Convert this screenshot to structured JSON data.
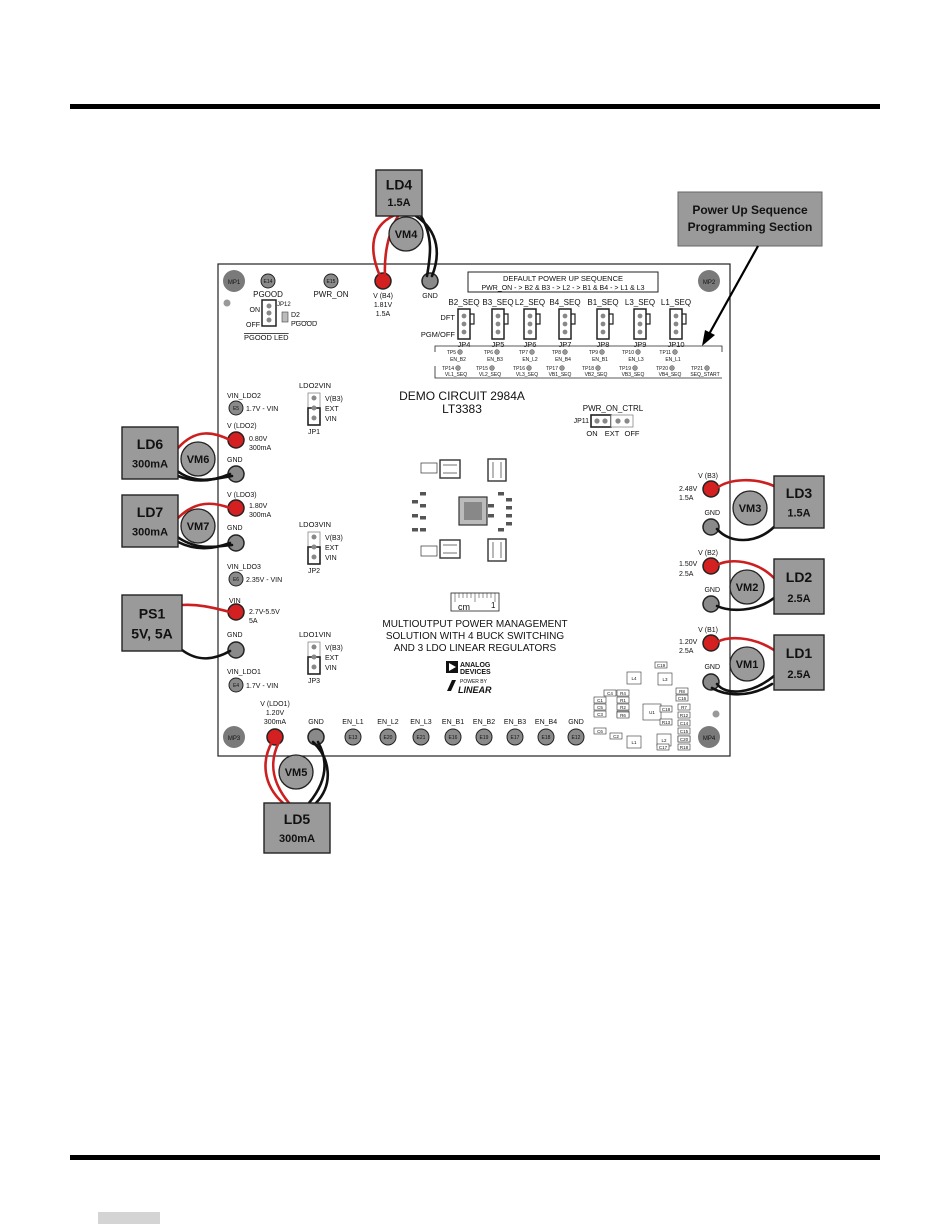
{
  "callout": {
    "line1": "Power Up Sequence",
    "line2": "Programming Section"
  },
  "board": {
    "title": "DEMO CIRCUIT 2984A",
    "part": "LT3383",
    "desc": [
      "MULTIOUTPUT POWER MANAGEMENT",
      "SOLUTION WITH 4 BUCK SWITCHING",
      "AND 3 LDO LINEAR REGULATORS"
    ],
    "logo_analog": [
      "ANALOG",
      "DEVICES"
    ],
    "logo_linear": [
      "POWER BY",
      "LINEAR"
    ],
    "scale": {
      "cm": "cm",
      "one": "1"
    },
    "mounting": {
      "mp1": "MP1",
      "mp2": "MP2",
      "mp3": "MP3",
      "mp4": "MP4"
    }
  },
  "top_left": {
    "e14": "E14",
    "pgood": "PGOOD",
    "e15": "E15",
    "pwr_on": "PWR_ON",
    "jp12": "JP12",
    "on": "ON",
    "off": "OFF",
    "d2": "D2",
    "pgood_bar": "PGOOD",
    "pgood_led": "PGOOD LED"
  },
  "b4_output": {
    "label": "V (B4)",
    "voltage": "1.81V",
    "current": "1.5A",
    "gnd": "GND"
  },
  "sequence": {
    "box_line1": "DEFAULT POWER UP SEQUENCE",
    "box_line2": "PWR_ON - > B2 & B3 - > L2 - > B1 & B4 - > L1 & L3",
    "dft": "DFT",
    "pgm": "PGM/OFF",
    "headers": [
      "B2_SEQ",
      "B3_SEQ",
      "L2_SEQ",
      "B4_SEQ",
      "B1_SEQ",
      "L3_SEQ",
      "L1_SEQ"
    ],
    "jumpers": [
      "JP4",
      "JP5",
      "JP6",
      "JP7",
      "JP8",
      "JP9",
      "JP10"
    ],
    "tp_row1": [
      {
        "tp": "TP5",
        "net": "EN_B2"
      },
      {
        "tp": "TP6",
        "net": "EN_B3"
      },
      {
        "tp": "TP7",
        "net": "EN_L2"
      },
      {
        "tp": "TP8",
        "net": "EN_B4"
      },
      {
        "tp": "TP9",
        "net": "EN_B1"
      },
      {
        "tp": "TP10",
        "net": "EN_L3"
      },
      {
        "tp": "TP11",
        "net": "EN_L1"
      }
    ],
    "tp_row2": [
      {
        "tp": "TP14",
        "net": "VL1_SEQ"
      },
      {
        "tp": "TP15",
        "net": "VL2_SEQ"
      },
      {
        "tp": "TP16",
        "net": "VL3_SEQ"
      },
      {
        "tp": "TP17",
        "net": "VB1_SEQ"
      },
      {
        "tp": "TP18",
        "net": "VB2_SEQ"
      },
      {
        "tp": "TP19",
        "net": "VB3_SEQ"
      },
      {
        "tp": "TP20",
        "net": "VB4_SEQ"
      },
      {
        "tp": "TP21",
        "net": "SEQ_START"
      }
    ]
  },
  "pwr_on_ctrl": {
    "title": "PWR_ON_CTRL",
    "jp": "JP11",
    "on": "ON",
    "ext": "EXT",
    "off": "OFF"
  },
  "ldo_jumpers": [
    {
      "title": "LDO2VIN",
      "opt1": "V(B3)",
      "opt2": "EXT",
      "opt3": "VIN",
      "jp": "JP1"
    },
    {
      "title": "LDO3VIN",
      "opt1": "V(B3)",
      "opt2": "EXT",
      "opt3": "VIN",
      "jp": "JP2"
    },
    {
      "title": "LDO1VIN",
      "opt1": "V(B3)",
      "opt2": "EXT",
      "opt3": "VIN",
      "jp": "JP3"
    }
  ],
  "left_side": {
    "vin_ldo2": {
      "label": "VIN_LDO2",
      "turret": "E5",
      "range": "1.7V - VIN"
    },
    "ldo2": {
      "label": "V (LDO2)",
      "voltage": "0.80V",
      "current": "300mA",
      "gnd": "GND"
    },
    "ldo3": {
      "label": "V (LDO3)",
      "voltage": "1.80V",
      "current": "300mA",
      "gnd": "GND"
    },
    "vin_ldo3": {
      "label": "VIN_LDO3",
      "turret": "E6",
      "range": "2.35V - VIN"
    },
    "vin": {
      "label": "VIN",
      "range": "2.7V-5.5V",
      "current": "5A",
      "gnd": "GND"
    },
    "vin_ldo1": {
      "label": "VIN_LDO1",
      "turret": "E4",
      "range": "1.7V - VIN"
    }
  },
  "right_side": {
    "b3": {
      "label": "V (B3)",
      "voltage": "2.48V",
      "current": "1.5A",
      "gnd": "GND"
    },
    "b2": {
      "label": "V (B2)",
      "voltage": "1.50V",
      "current": "2.5A",
      "gnd": "GND"
    },
    "b1": {
      "label": "V (B1)",
      "voltage": "1.20V",
      "current": "2.5A",
      "gnd": "GND"
    }
  },
  "bottom": {
    "ldo1": {
      "label": "V (LDO1)",
      "voltage": "1.20V",
      "current": "300mA",
      "gnd": "GND"
    },
    "en_labels": [
      "EN_L1",
      "EN_L2",
      "EN_L3",
      "EN_B1",
      "EN_B2",
      "EN_B3",
      "EN_B4",
      "GND"
    ],
    "en_turrets": [
      "E13",
      "E20",
      "E21",
      "E16",
      "E19",
      "E17",
      "E18",
      "E12"
    ]
  },
  "loads": [
    {
      "name": "LD4",
      "value": "1.5A"
    },
    {
      "name": "LD6",
      "value": "300mA"
    },
    {
      "name": "LD7",
      "value": "300mA"
    },
    {
      "name": "PS1",
      "value": "5V, 5A"
    },
    {
      "name": "LD3",
      "value": "1.5A"
    },
    {
      "name": "LD2",
      "value": "2.5A"
    },
    {
      "name": "LD1",
      "value": "2.5A"
    },
    {
      "name": "LD5",
      "value": "300mA"
    }
  ],
  "meters": [
    "VM4",
    "VM6",
    "VM7",
    "VM3",
    "VM2",
    "VM1",
    "VM5"
  ],
  "components": {
    "labels": [
      "C19",
      "L4",
      "L3",
      "C4",
      "R4",
      "R8",
      "C1",
      "R1",
      "C16",
      "C5",
      "R2",
      "C3",
      "R3",
      "U1",
      "C18",
      "R7",
      "C6",
      "R12",
      "R6",
      "C2",
      "R13",
      "C14",
      "L1",
      "L2",
      "C15",
      "R18",
      "C17",
      "R19",
      "C20"
    ]
  },
  "colors": {
    "wire_red": "#cc1f1f",
    "wire_black": "#111111",
    "box_fill": "#9a9a9a",
    "turret_red": "#d42020",
    "turret_gray": "#8a8a8a"
  }
}
